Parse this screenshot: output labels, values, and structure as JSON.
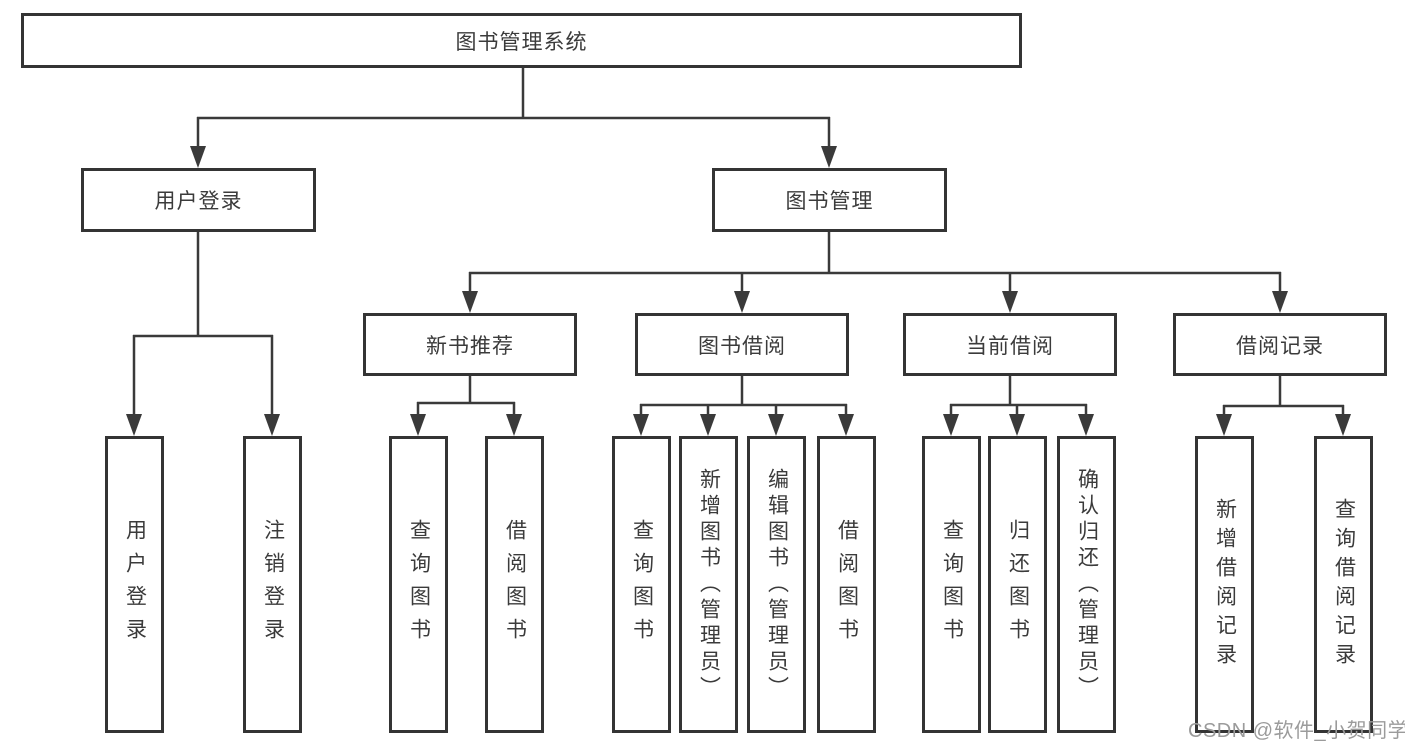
{
  "diagram": {
    "tree": {
      "root": {
        "label": "图书管理系统",
        "children": [
          {
            "label": "用户登录",
            "children": [
              {
                "label": "用户登录"
              },
              {
                "label": "注销登录"
              }
            ]
          },
          {
            "label": "图书管理",
            "children": [
              {
                "label": "新书推荐",
                "children": [
                  {
                    "label": "查询图书"
                  },
                  {
                    "label": "借阅图书"
                  }
                ]
              },
              {
                "label": "图书借阅",
                "children": [
                  {
                    "label": "查询图书"
                  },
                  {
                    "label": "新增图书（管理员）"
                  },
                  {
                    "label": "编辑图书（管理员）"
                  },
                  {
                    "label": "借阅图书"
                  }
                ]
              },
              {
                "label": "当前借阅",
                "children": [
                  {
                    "label": "查询图书"
                  },
                  {
                    "label": "归还图书"
                  },
                  {
                    "label": "确认归还（管理员）"
                  }
                ]
              },
              {
                "label": "借阅记录",
                "children": [
                  {
                    "label": "新增借阅记录"
                  },
                  {
                    "label": "查询借阅记录"
                  }
                ]
              }
            ]
          }
        ]
      }
    },
    "watermark": "CSDN @软件_小贺同学",
    "colors": {
      "line": "#3a3a3a",
      "border": "#343434",
      "text": "#3b3b3b",
      "watermark": "#9b9b9b",
      "background": "#ffffff"
    }
  }
}
